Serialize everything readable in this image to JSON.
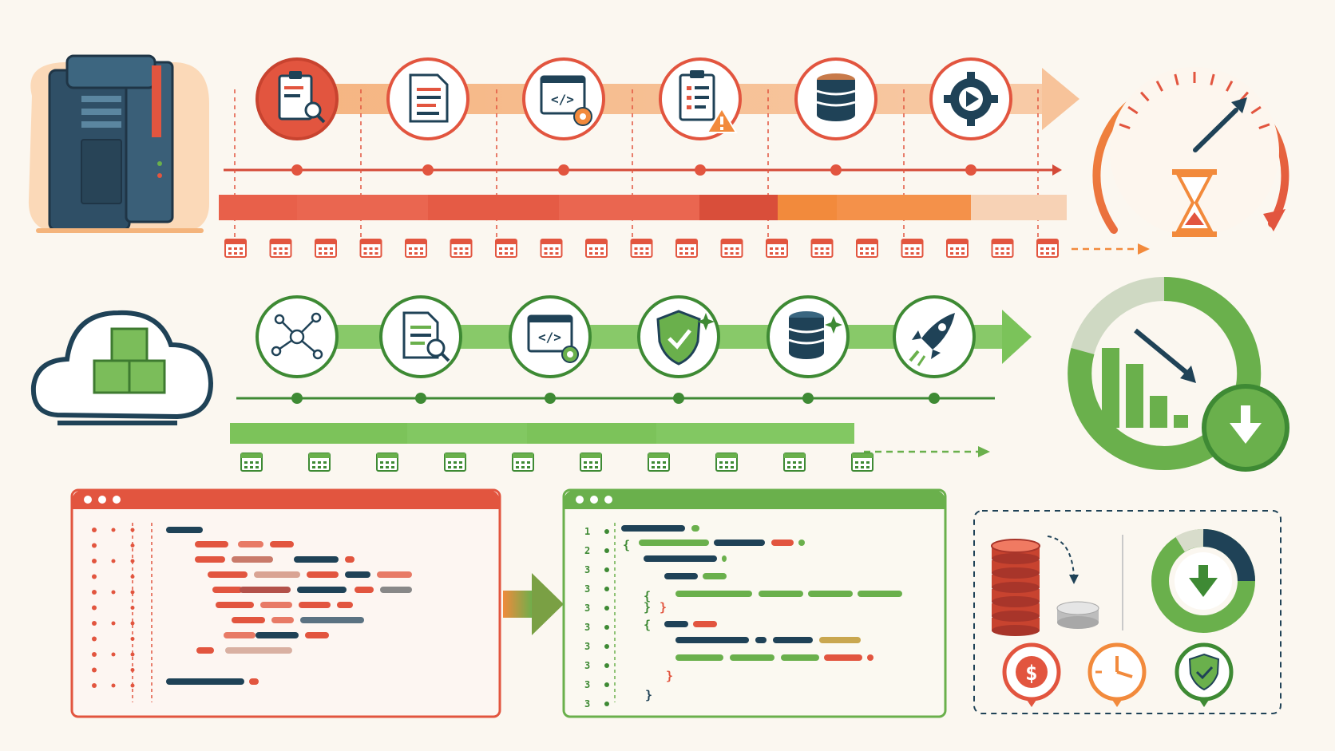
{
  "colors": {
    "legacy_red": "#e2553f",
    "legacy_orange": "#f28a3c",
    "legacy_light": "#f7c9a6",
    "modern_green": "#6ab04c",
    "modern_dark_green": "#3e8a34",
    "navy": "#1f4257",
    "background": "#fbf7f0"
  },
  "legacy_pipeline": {
    "infrastructure_icon": "server-rack-icon",
    "stages": [
      {
        "icon": "clipboard-search-icon"
      },
      {
        "icon": "document-icon"
      },
      {
        "icon": "code-window-gear-icon"
      },
      {
        "icon": "checklist-warning-icon"
      },
      {
        "icon": "database-icon"
      },
      {
        "icon": "gear-play-icon"
      }
    ],
    "calendar_count": 19,
    "outcome_icon": "speedometer-hourglass-icon"
  },
  "modern_pipeline": {
    "infrastructure_icon": "cloud-cubes-icon",
    "stages": [
      {
        "icon": "network-nodes-icon"
      },
      {
        "icon": "document-search-icon"
      },
      {
        "icon": "code-window-gear-icon"
      },
      {
        "icon": "shield-check-icon"
      },
      {
        "icon": "database-sparkle-icon"
      },
      {
        "icon": "rocket-icon"
      }
    ],
    "calendar_count": 10,
    "outcome_icon": "ring-chart-decrease-icon"
  },
  "code_comparison": {
    "legacy_line_numbers": [],
    "modern_line_numbers": [
      "1",
      "2",
      "3",
      "3",
      "3",
      "3",
      "3",
      "3",
      "3",
      "3"
    ],
    "brace_glyphs": [
      "{",
      "{",
      "}",
      "}",
      "{",
      "}",
      "}"
    ],
    "arrow_icon": "transform-arrow-icon"
  },
  "benefits": {
    "icons": [
      "coin-stack-reduce-icon",
      "donut-download-icon",
      "dollar-pin-icon",
      "clock-pin-icon",
      "shield-pin-icon"
    ]
  }
}
